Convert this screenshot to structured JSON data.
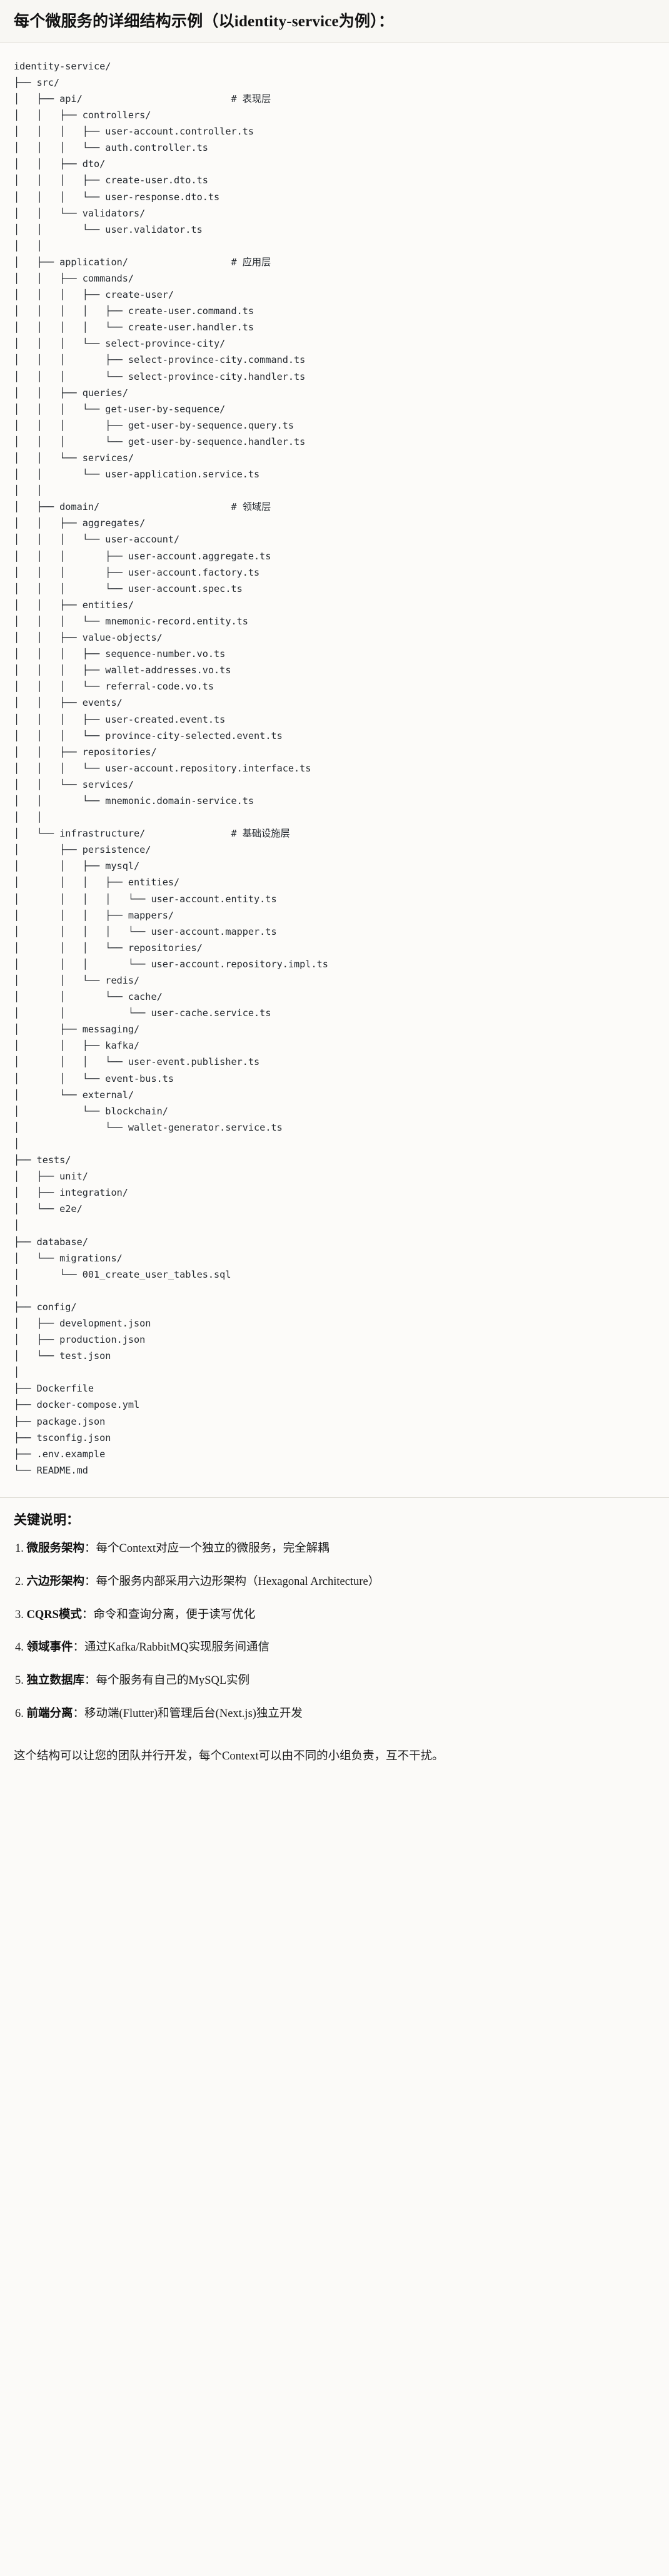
{
  "header": {
    "title": "每个微服务的详细结构示例（以identity-service为例）："
  },
  "tree": {
    "root": "identity-service/",
    "lines": [
      "identity-service/",
      "├── src/",
      "│   ├── api/                          # 表现层",
      "│   │   ├── controllers/",
      "│   │   │   ├── user-account.controller.ts",
      "│   │   │   └── auth.controller.ts",
      "│   │   ├── dto/",
      "│   │   │   ├── create-user.dto.ts",
      "│   │   │   └── user-response.dto.ts",
      "│   │   └── validators/",
      "│   │       └── user.validator.ts",
      "│   │",
      "│   ├── application/                  # 应用层",
      "│   │   ├── commands/",
      "│   │   │   ├── create-user/",
      "│   │   │   │   ├── create-user.command.ts",
      "│   │   │   │   └── create-user.handler.ts",
      "│   │   │   └── select-province-city/",
      "│   │   │       ├── select-province-city.command.ts",
      "│   │   │       └── select-province-city.handler.ts",
      "│   │   ├── queries/",
      "│   │   │   └── get-user-by-sequence/",
      "│   │   │       ├── get-user-by-sequence.query.ts",
      "│   │   │       └── get-user-by-sequence.handler.ts",
      "│   │   └── services/",
      "│   │       └── user-application.service.ts",
      "│   │",
      "│   ├── domain/                       # 领域层",
      "│   │   ├── aggregates/",
      "│   │   │   └── user-account/",
      "│   │   │       ├── user-account.aggregate.ts",
      "│   │   │       ├── user-account.factory.ts",
      "│   │   │       └── user-account.spec.ts",
      "│   │   ├── entities/",
      "│   │   │   └── mnemonic-record.entity.ts",
      "│   │   ├── value-objects/",
      "│   │   │   ├── sequence-number.vo.ts",
      "│   │   │   ├── wallet-addresses.vo.ts",
      "│   │   │   └── referral-code.vo.ts",
      "│   │   ├── events/",
      "│   │   │   ├── user-created.event.ts",
      "│   │   │   └── province-city-selected.event.ts",
      "│   │   ├── repositories/",
      "│   │   │   └── user-account.repository.interface.ts",
      "│   │   └── services/",
      "│   │       └── mnemonic.domain-service.ts",
      "│   │",
      "│   └── infrastructure/               # 基础设施层",
      "│       ├── persistence/",
      "│       │   ├── mysql/",
      "│       │   │   ├── entities/",
      "│       │   │   │   └── user-account.entity.ts",
      "│       │   │   ├── mappers/",
      "│       │   │   │   └── user-account.mapper.ts",
      "│       │   │   └── repositories/",
      "│       │   │       └── user-account.repository.impl.ts",
      "│       │   └── redis/",
      "│       │       └── cache/",
      "│       │           └── user-cache.service.ts",
      "│       ├── messaging/",
      "│       │   ├── kafka/",
      "│       │   │   └── user-event.publisher.ts",
      "│       │   └── event-bus.ts",
      "│       └── external/",
      "│           └── blockchain/",
      "│               └── wallet-generator.service.ts",
      "│",
      "├── tests/",
      "│   ├── unit/",
      "│   ├── integration/",
      "│   └── e2e/",
      "│",
      "├── database/",
      "│   └── migrations/",
      "│       └── 001_create_user_tables.sql",
      "│",
      "├── config/",
      "│   ├── development.json",
      "│   ├── production.json",
      "│   └── test.json",
      "│",
      "├── Dockerfile",
      "├── docker-compose.yml",
      "├── package.json",
      "├── tsconfig.json",
      "├── .env.example",
      "└── README.md"
    ],
    "layer_comments": [
      {
        "path": "api/",
        "comment": "# 表现层"
      },
      {
        "path": "application/",
        "comment": "# 应用层"
      },
      {
        "path": "domain/",
        "comment": "# 领域层"
      },
      {
        "path": "infrastructure/",
        "comment": "# 基础设施层"
      }
    ]
  },
  "notes": {
    "title": "关键说明：",
    "items": [
      {
        "term": "微服务架构",
        "sep": "：",
        "desc": "每个Context对应一个独立的微服务，完全解耦"
      },
      {
        "term": "六边形架构",
        "sep": "：",
        "desc": "每个服务内部采用六边形架构（Hexagonal Architecture）"
      },
      {
        "term": "CQRS模式",
        "sep": "：",
        "desc": "命令和查询分离，便于读写优化"
      },
      {
        "term": "领域事件",
        "sep": "：",
        "desc": "通过Kafka/RabbitMQ实现服务间通信"
      },
      {
        "term": "独立数据库",
        "sep": "：",
        "desc": "每个服务有自己的MySQL实例"
      },
      {
        "term": "前端分离",
        "sep": "：",
        "desc": "移动端(Flutter)和管理后台(Next.js)独立开发"
      }
    ]
  },
  "closing": {
    "text": "这个结构可以让您的团队并行开发，每个Context可以由不同的小组负责，互不干扰。"
  }
}
